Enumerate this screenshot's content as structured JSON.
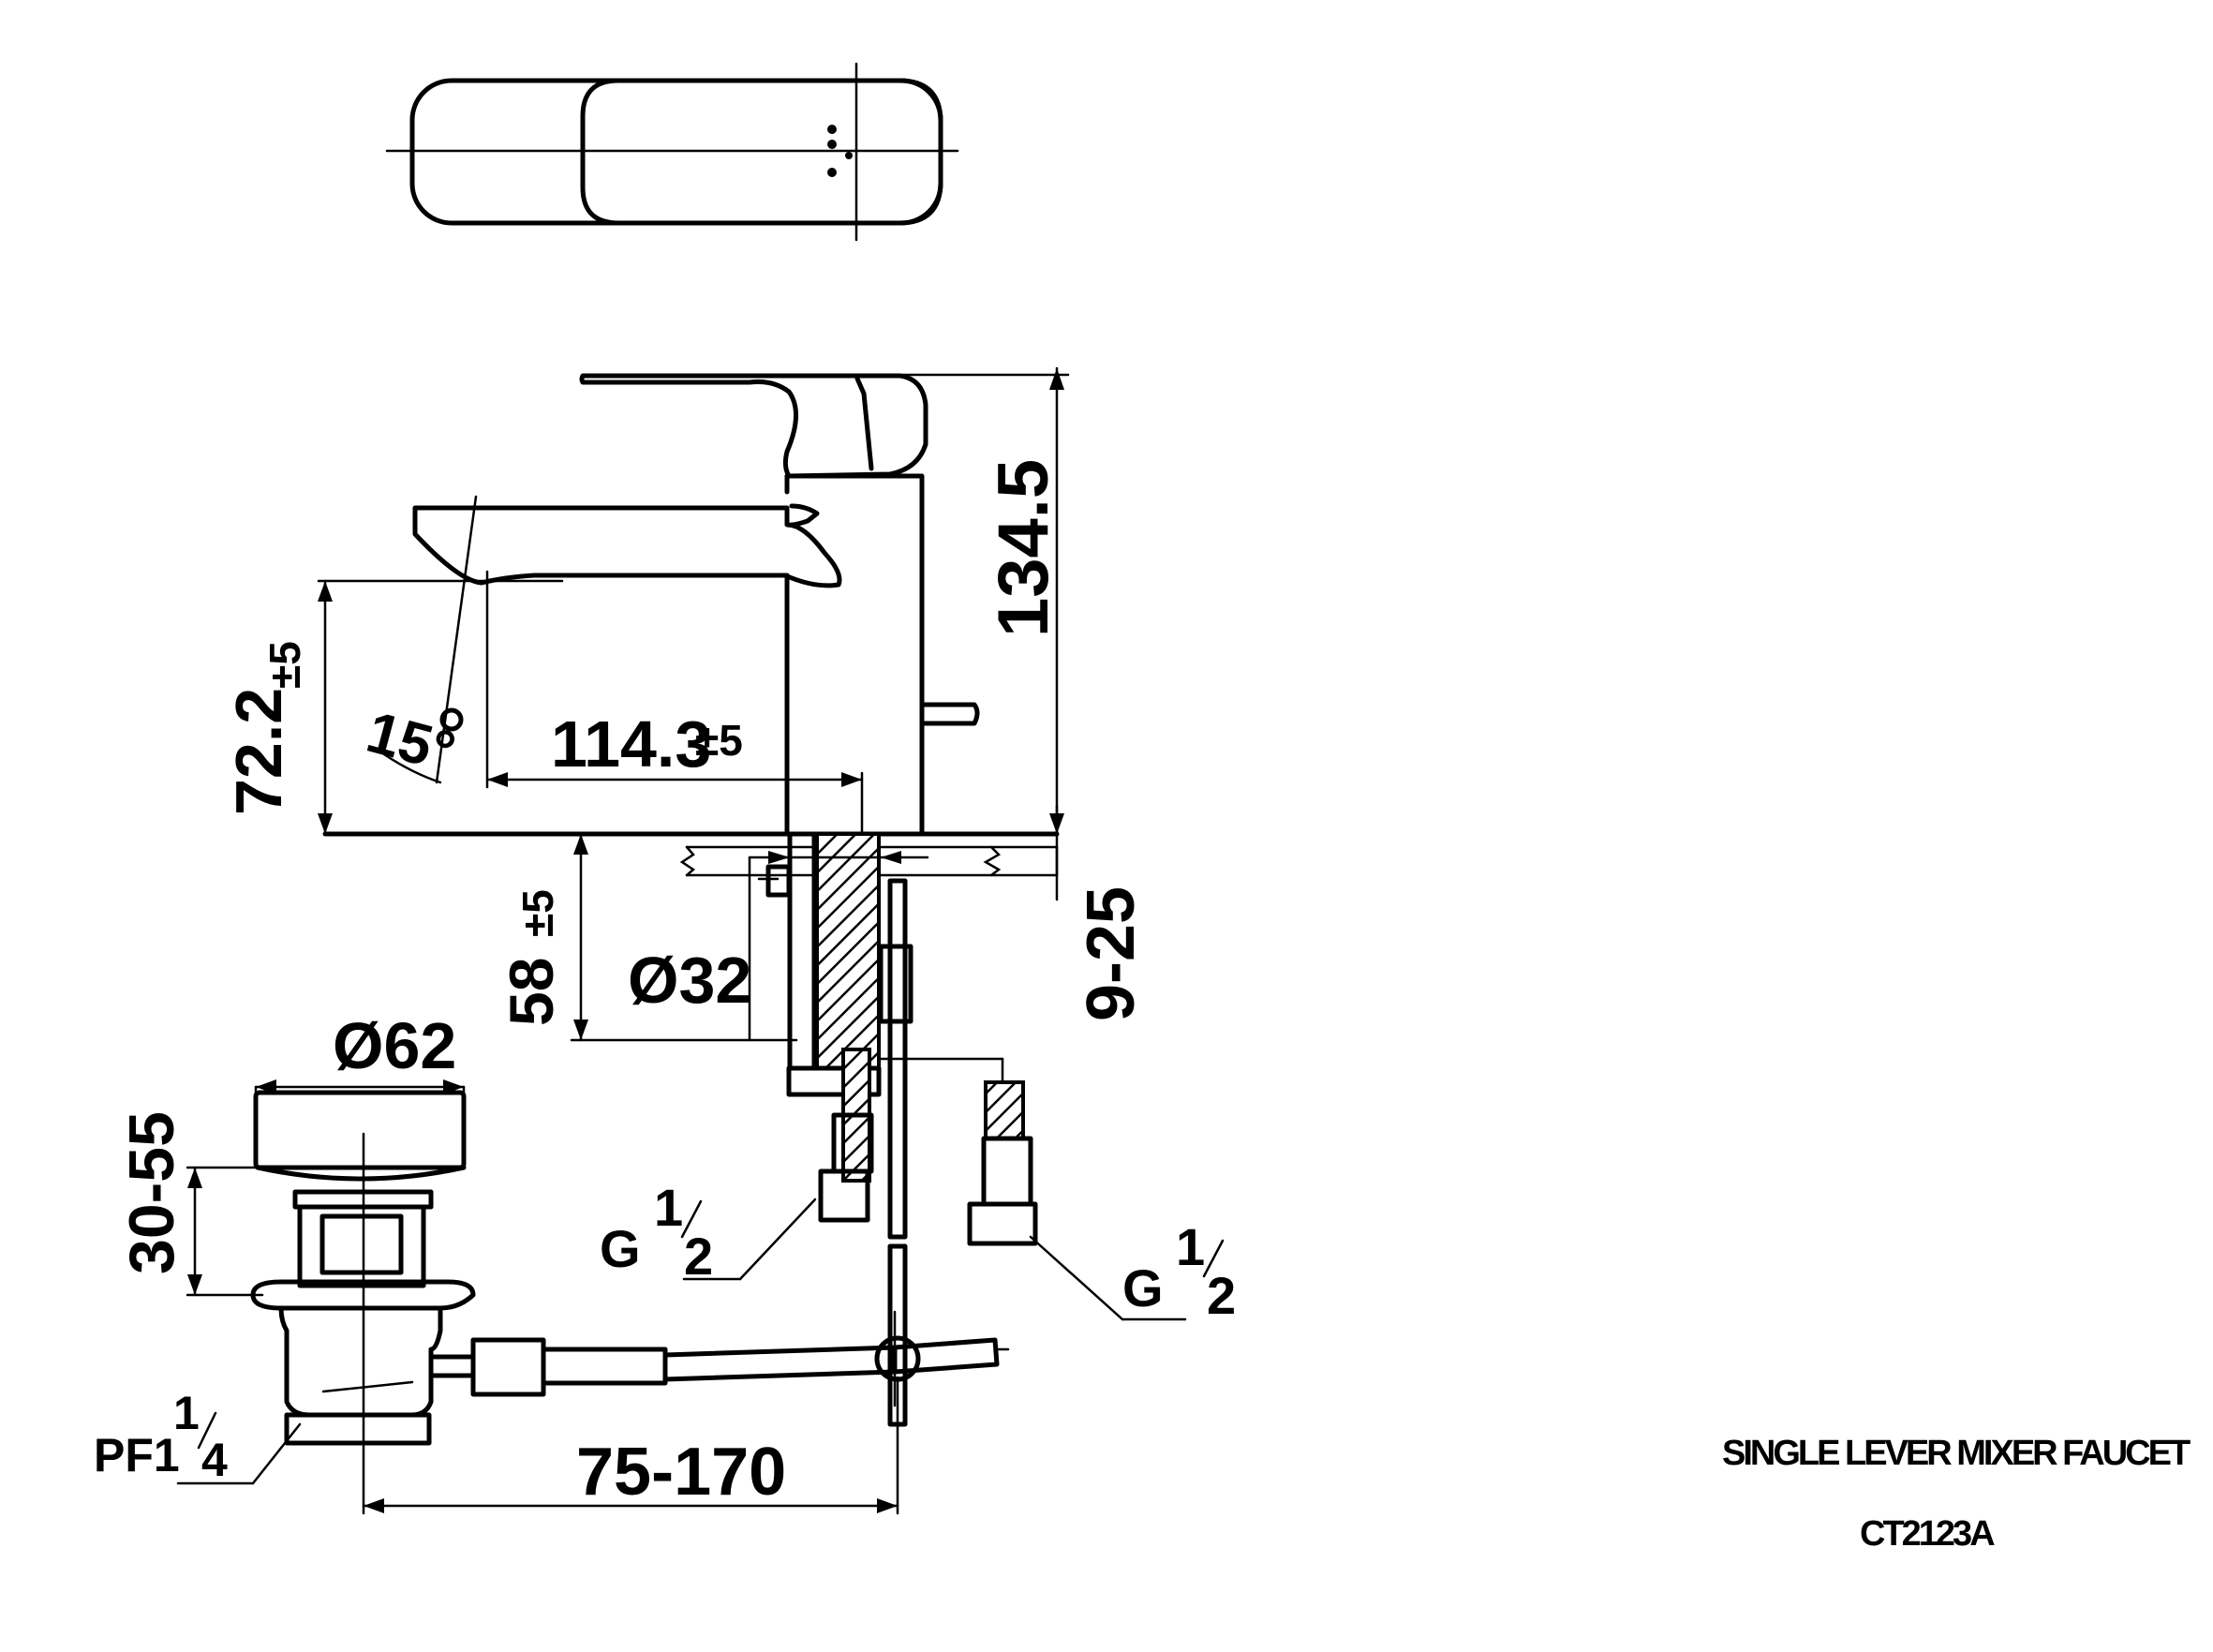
{
  "title": {
    "product_name": "SINGLE LEVER MIXER FAUCET",
    "model": "CT2123A"
  },
  "dimensions": {
    "total_height": "134.5",
    "spout_height": "72.2",
    "spout_height_tol": "±5",
    "spout_reach": "114.3",
    "spout_reach_tol": "±5",
    "spout_angle": "15°",
    "deck_thickness": "9-25",
    "hole_diameter": "Ø32",
    "shank_length": "58",
    "shank_length_tol": "±5",
    "waste_diameter": "Ø62",
    "waste_height": "30-55",
    "rod_length": "75-170",
    "waste_thread": "PF1",
    "waste_thread_fraction_num": "1",
    "waste_thread_fraction_den": "4",
    "inlet_thread_left": "G",
    "inlet_thread_right": "G",
    "inlet_fraction_num": "1",
    "inlet_fraction_den": "2"
  }
}
